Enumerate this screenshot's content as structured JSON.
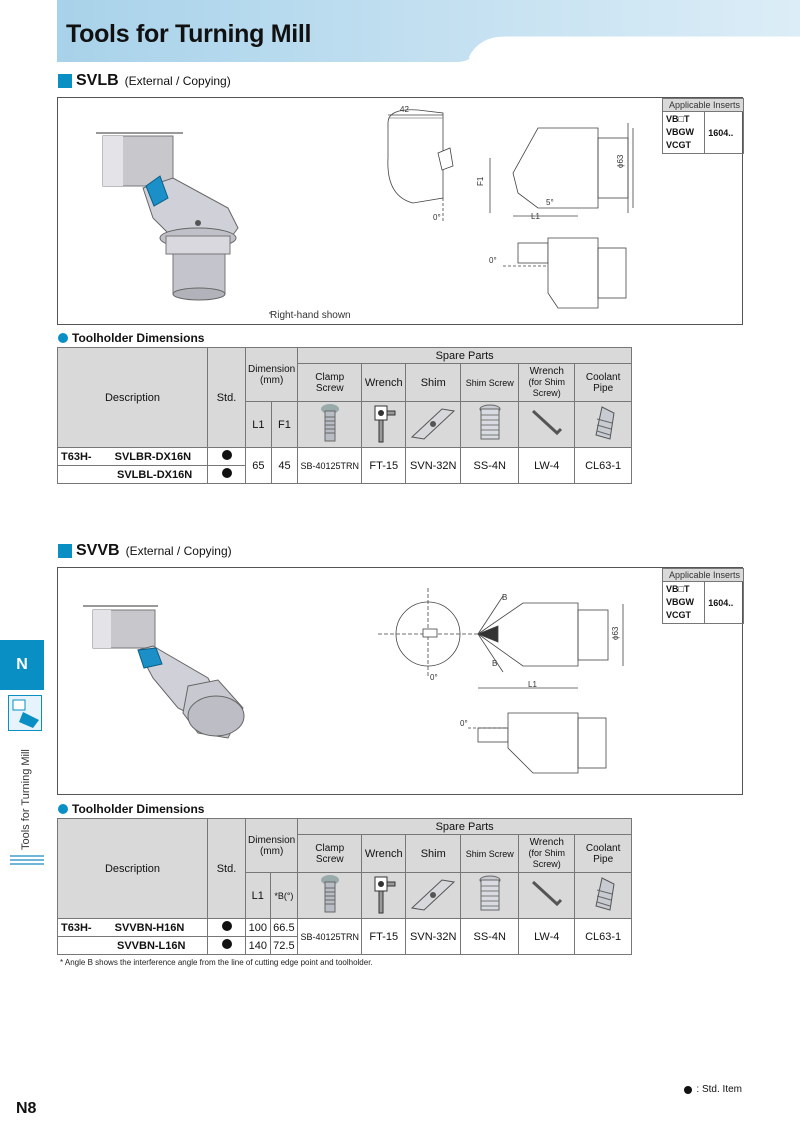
{
  "header": {
    "title": "Tools for Turning Mill"
  },
  "sections": [
    {
      "name": "SVLB",
      "subtitle": "(External / Copying)",
      "figure_note": "Right-hand shown",
      "drawing_labels": {
        "dim_top": "42",
        "phi": "ϕ63",
        "f1": "F1",
        "l1": "L1",
        "angle0a": "0°",
        "angle5": "5°",
        "angle0b": "0°"
      },
      "applicable_inserts": {
        "header": "Applicable Inserts",
        "codes": [
          "VB□T",
          "VBGW",
          "VCGT"
        ],
        "size": "1604.."
      },
      "dims_title": "Toolholder Dimensions",
      "table": {
        "description": "Description",
        "std": "Std.",
        "dimension": "Dimension",
        "mm": "(mm)",
        "spare_parts": "Spare Parts",
        "clamp_screw": "Clamp Screw",
        "wrench": "Wrench",
        "shim": "Shim",
        "shim_screw": "Shim Screw",
        "wrench_shim": "Wrench",
        "wrench_shim_sub": "(for Shim Screw)",
        "coolant": "Coolant Pipe",
        "col1": "L1",
        "col2": "F1",
        "prefix": "T63H-",
        "rows": [
          {
            "model": "SVLBR-DX16N"
          },
          {
            "model": "SVLBL-DX16N"
          }
        ],
        "values": {
          "v1": "65",
          "v2": "45",
          "clamp": "SB-40125TRN",
          "wrench": "FT-15",
          "shim": "SVN-32N",
          "shim_screw": "SS-4N",
          "wrench_shim": "LW-4",
          "coolant": "CL63-1"
        }
      }
    },
    {
      "name": "SVVB",
      "subtitle": "(External / Copying)",
      "drawing_labels": {
        "b1": "B",
        "b2": "B",
        "phi": "ϕ63",
        "l1": "L1",
        "angle0a": "0°",
        "angle0b": "0°"
      },
      "applicable_inserts": {
        "header": "Applicable Inserts",
        "codes": [
          "VB□T",
          "VBGW",
          "VCGT"
        ],
        "size": "1604.."
      },
      "dims_title": "Toolholder Dimensions",
      "table": {
        "description": "Description",
        "std": "Std.",
        "dimension": "Dimension",
        "mm": "(mm)",
        "spare_parts": "Spare Parts",
        "clamp_screw": "Clamp Screw",
        "wrench": "Wrench",
        "shim": "Shim",
        "shim_screw": "Shim Screw",
        "wrench_shim": "Wrench",
        "wrench_shim_sub": "(for Shim Screw)",
        "coolant": "Coolant Pipe",
        "col1": "L1",
        "col2": "*B(°)",
        "prefix": "T63H-",
        "rows": [
          {
            "model": "SVVBN-H16N",
            "v1": "100",
            "v2": "66.5"
          },
          {
            "model": "SVVBN-L16N",
            "v1": "140",
            "v2": "72.5"
          }
        ],
        "values": {
          "clamp": "SB-40125TRN",
          "wrench": "FT-15",
          "shim": "SVN-32N",
          "shim_screw": "SS-4N",
          "wrench_shim": "LW-4",
          "coolant": "CL63-1"
        }
      }
    }
  ],
  "footnote": "* Angle B shows the interference angle from the line of cutting edge point and toolholder.",
  "side_tab": {
    "letter": "N",
    "label": "Tools for Turning Mill"
  },
  "legend": {
    "std_item": ": Std. Item"
  },
  "page": {
    "number": "N8"
  },
  "colors": {
    "accent": "#0a8fc4",
    "header_bg": "#c9e3f2"
  }
}
